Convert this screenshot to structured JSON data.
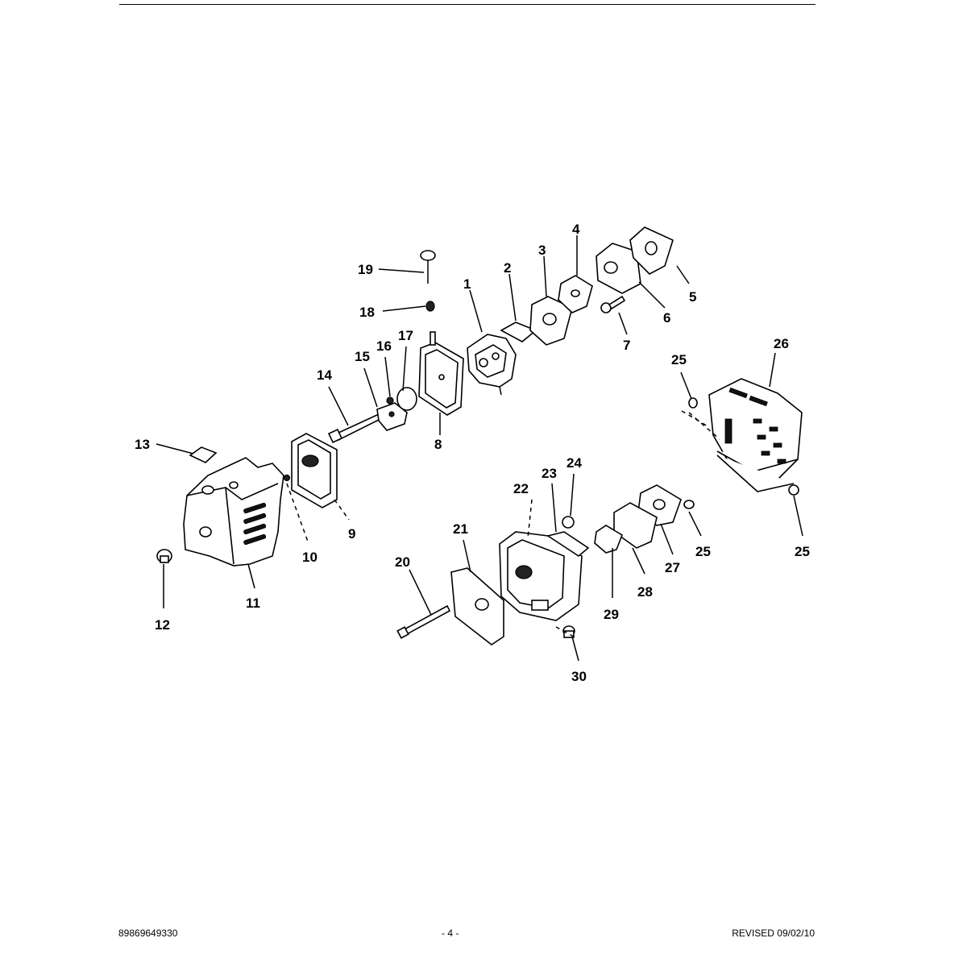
{
  "footer": {
    "doc_number": "89869649330",
    "page": "- 4 -",
    "revision": "REVISED 09/02/10"
  },
  "diagram": {
    "callouts": [
      "1",
      "2",
      "3",
      "4",
      "5",
      "6",
      "7",
      "8",
      "9",
      "10",
      "11",
      "12",
      "13",
      "14",
      "15",
      "16",
      "17",
      "18",
      "19",
      "20",
      "21",
      "22",
      "23",
      "24",
      "25",
      "26",
      "27",
      "28",
      "29",
      "30"
    ],
    "extra_callouts": [
      "25",
      "25"
    ]
  }
}
